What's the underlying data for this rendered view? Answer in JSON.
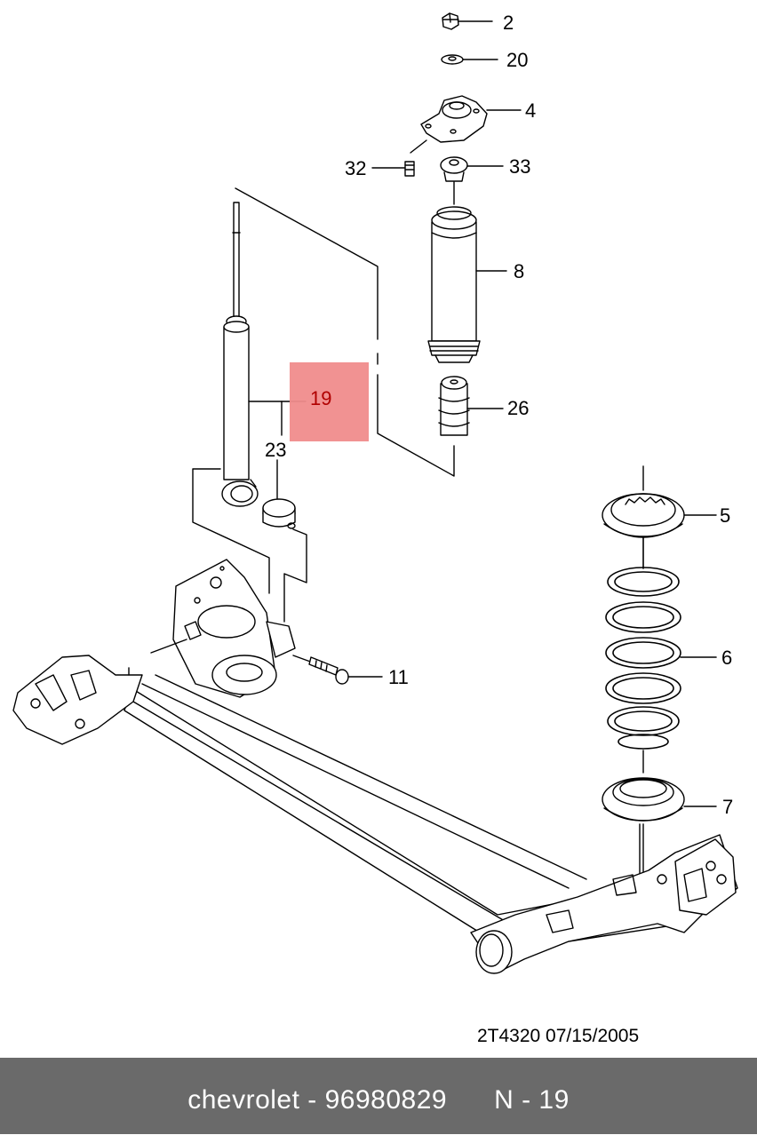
{
  "callouts": {
    "c2": "2",
    "c20": "20",
    "c4": "4",
    "c32": "32",
    "c33": "33",
    "c8": "8",
    "c19": "19",
    "c23": "23",
    "c26": "26",
    "c5": "5",
    "c6": "6",
    "c11": "11",
    "c7": "7"
  },
  "drawing_code": "2T4320  07/15/2005",
  "footer": {
    "text": "chevrolet - 96980829      N - 19"
  },
  "colors": {
    "highlight": "#f08c8c",
    "highlight_text": "#b00000",
    "footer_bg": "#6a6a6a",
    "footer_text": "#ffffff"
  }
}
